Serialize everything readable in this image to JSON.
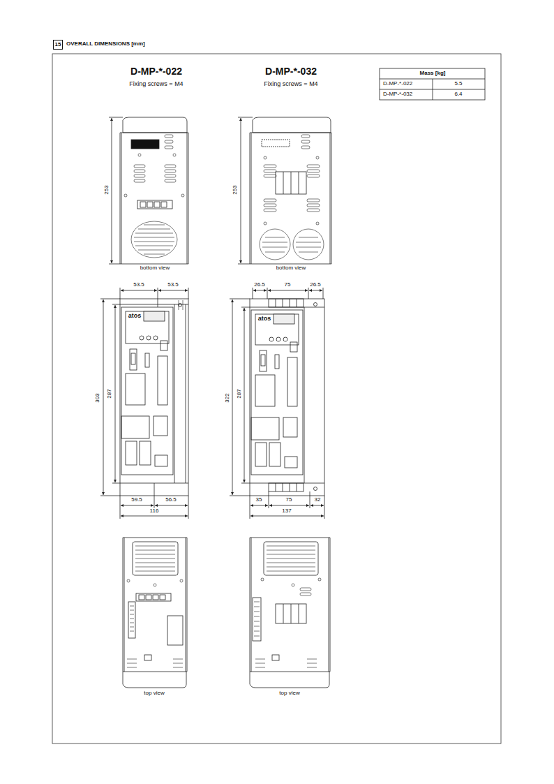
{
  "diagram": {
    "title": "OVERALL DIMENSIONS [mm]",
    "nodes": [
      {
        "text": [
          "15"
        ]
      }
    ],
    "labels": [
      "D-MP-*-022",
      "Fixing screws = M4",
      "D-MP-*-032",
      "Fixing screws = M4",
      "Mass [kg]",
      "D-MP-*-022",
      "5.5",
      "D-MP-*-032",
      "6.4",
      "253",
      "bottom view",
      "253",
      "bottom view",
      "53.5",
      "53.5",
      "303",
      "287",
      "59.5",
      "56.5",
      "116",
      "26.5",
      "75",
      "26.5",
      "322",
      "287",
      "35",
      "75",
      "32",
      "137",
      "top view",
      "top view",
      "atos",
      "atos"
    ]
  }
}
